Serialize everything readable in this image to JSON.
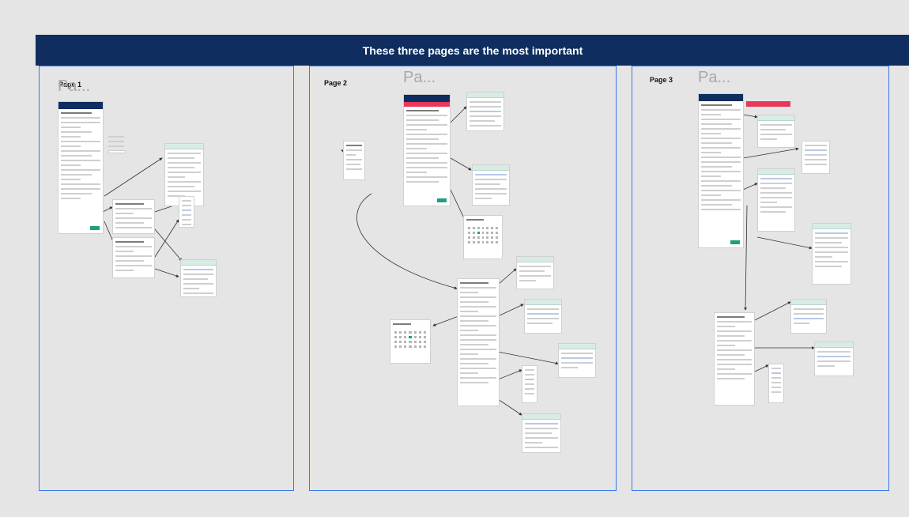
{
  "banner": {
    "title": "These three pages are the most important"
  },
  "pages": [
    {
      "label": "Page 1",
      "ghost": "Pa..."
    },
    {
      "label": "Page 2",
      "ghost": "Pa..."
    },
    {
      "label": "Page 3",
      "ghost": "Pa..."
    }
  ],
  "colors": {
    "banner": "#0f2d5e",
    "frame": "#3b78e7",
    "accent": "#1f9f7f",
    "alert": "#e8395a",
    "canvas": "#e5e5e5"
  }
}
